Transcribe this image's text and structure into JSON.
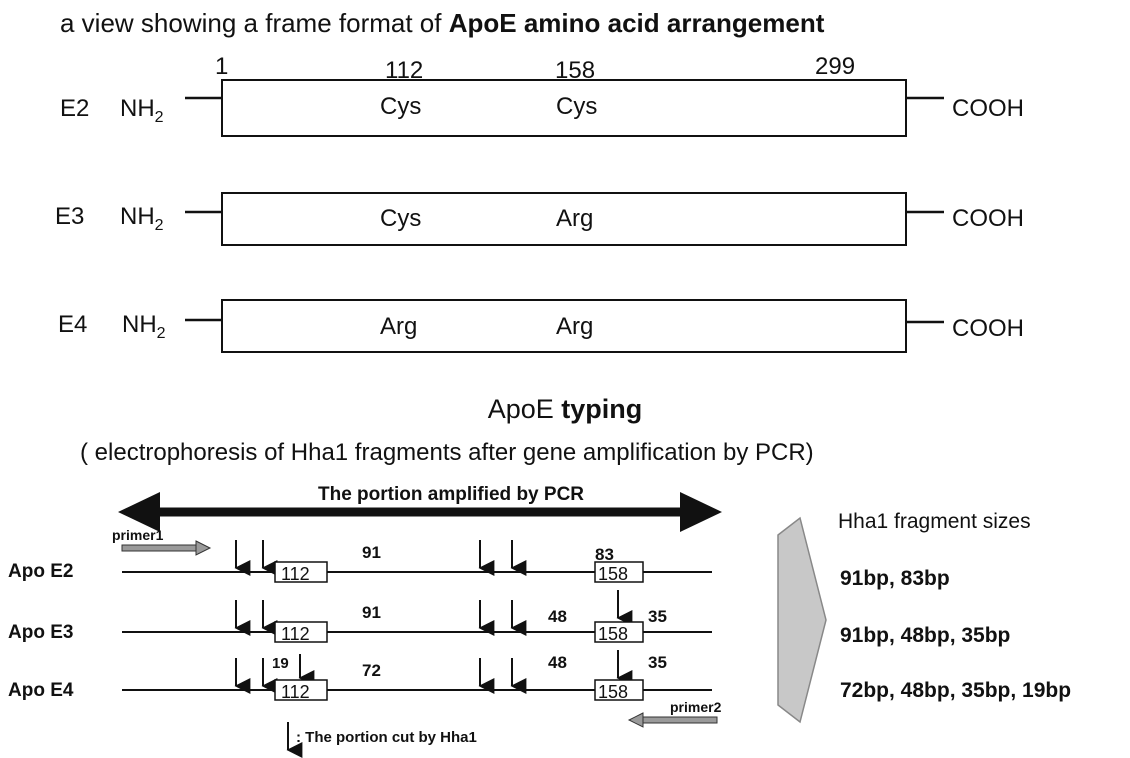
{
  "top": {
    "title_prefix": "a view showing a frame format of ",
    "title_bold": "ApoE  amino acid  arrangement",
    "positions": [
      "1",
      "112",
      "158",
      "299"
    ],
    "nh2_label": "NH",
    "nh2_sub": "2",
    "cooh_label": "COOH",
    "rows": [
      {
        "name": "E2",
        "res112": "Cys",
        "res158": "Cys"
      },
      {
        "name": "E3",
        "res112": "Cys",
        "res158": "Arg"
      },
      {
        "name": "E4",
        "res112": "Arg",
        "res158": "Arg"
      }
    ]
  },
  "typing": {
    "title_prefix": "ApoE ",
    "title_bold": "typing",
    "subtitle": "( electrophoresis of Hha1 fragments  after  gene amplification by PCR)",
    "amplified_label": "The portion  amplified by PCR",
    "primer1": "primer1",
    "primer2": "primer2",
    "box112": "112",
    "box158": "158",
    "legend": ": The portion cut by Hha1",
    "rows": [
      {
        "name": "Apo E2",
        "labels": {
          "a": "",
          "b": "91",
          "c": "",
          "d": "83",
          "e": ""
        },
        "sizes": "91bp, 83bp"
      },
      {
        "name": "Apo E3",
        "labels": {
          "a": "",
          "b": "91",
          "c": "48",
          "d": "",
          "e": "35"
        },
        "sizes": "91bp, 48bp, 35bp"
      },
      {
        "name": "Apo E4",
        "labels": {
          "a": "19",
          "b": "72",
          "c": "48",
          "d": "",
          "e": "35"
        },
        "sizes": "72bp, 48bp, 35bp, 19bp"
      }
    ],
    "sizes_header": "Hha1 fragment sizes"
  },
  "colors": {
    "line": "#111111",
    "arrow_fill": "#c8c8c8",
    "primer_fill": "#9a9a9a"
  }
}
